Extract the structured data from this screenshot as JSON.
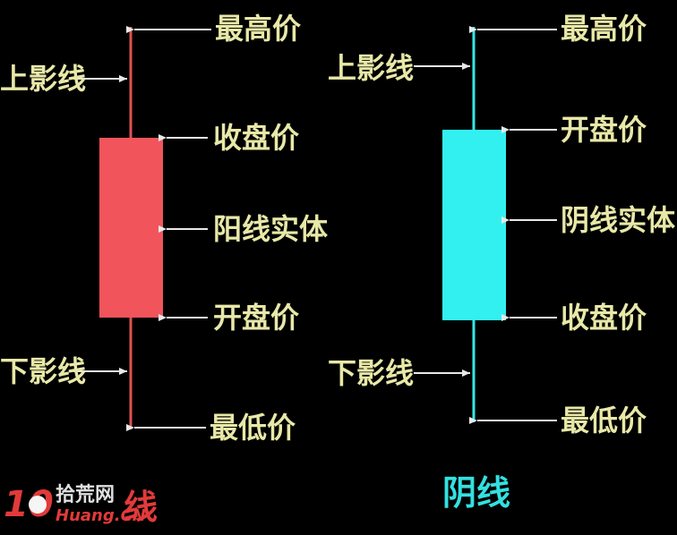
{
  "colors": {
    "background": "#000000",
    "label": "#e8e8a8",
    "arrow": "#e8e8e8",
    "bullish_body": "#f2545b",
    "bullish_wick": "#e05050",
    "bearish_body": "#33f0f0",
    "bearish_wick": "#33e8e8",
    "bullish_caption": "#e23a3a",
    "bearish_caption": "#33e0e0"
  },
  "bullish": {
    "high_label": "最高价",
    "upper_shadow_label": "上影线",
    "close_label": "收盘价",
    "body_label": "阳线实体",
    "open_label": "开盘价",
    "lower_shadow_label": "下影线",
    "low_label": "最低价",
    "caption": "线"
  },
  "bearish": {
    "high_label": "最高价",
    "upper_shadow_label": "上影线",
    "open_label": "开盘价",
    "body_label": "阴线实体",
    "close_label": "收盘价",
    "lower_shadow_label": "下影线",
    "low_label": "最低价",
    "caption": "阴线"
  },
  "watermark": {
    "number": "10",
    "name": "拾荒网",
    "site": "Huang.CN"
  }
}
